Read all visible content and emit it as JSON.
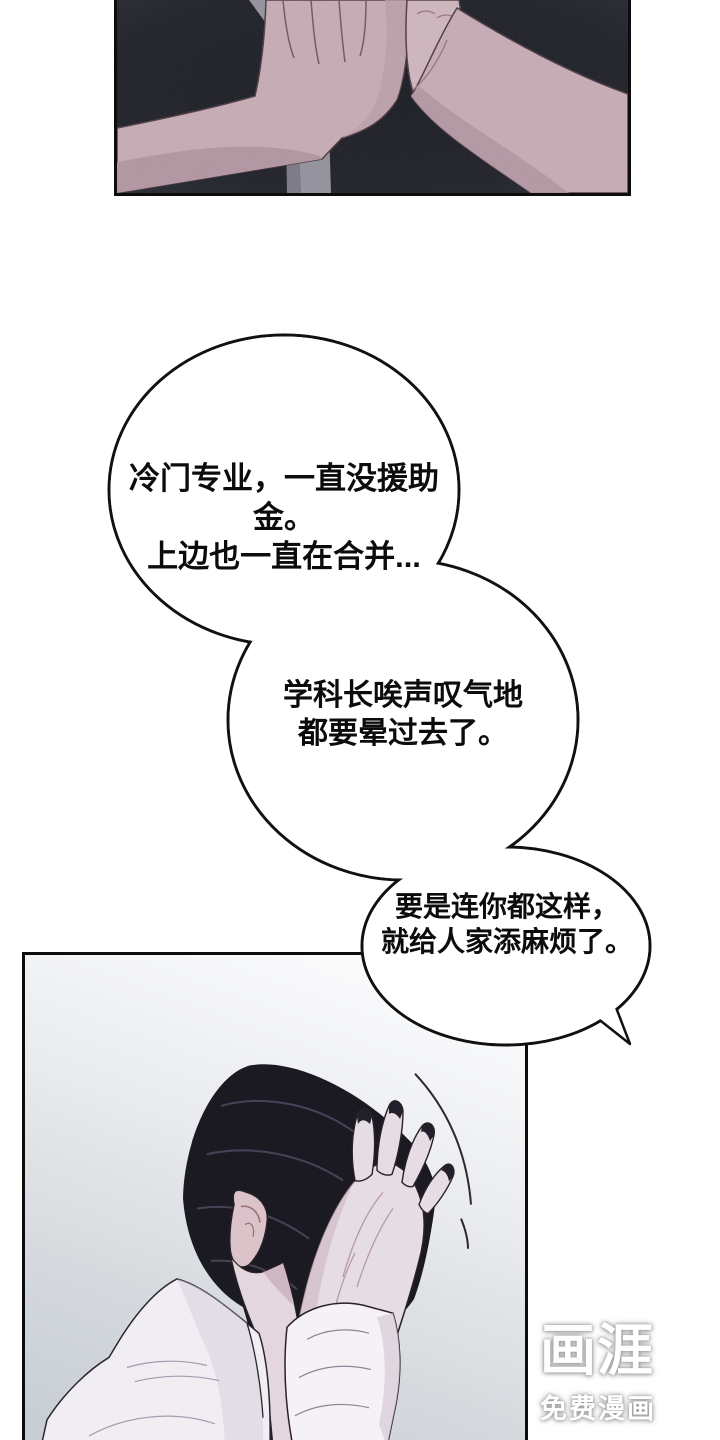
{
  "comic": {
    "bubbles": [
      {
        "lines": [
          "冷门专业，一直没援助金。",
          "上边也一直在合并..."
        ]
      },
      {
        "lines": [
          "学科长唉声叹气地",
          "都要晕过去了。"
        ]
      },
      {
        "lines": [
          "要是连你都这样，",
          "就给人家添麻烦了。"
        ]
      }
    ],
    "watermark": {
      "logo": "画涯",
      "tagline": "免费漫画"
    },
    "colors": {
      "panel_border": "#0d0d0d",
      "top_panel_background": "#14151c",
      "skin_tone": "#c2a7af",
      "skin_shadow": "#ad909b",
      "hair": "#1b1a22",
      "shirt": "#f1eef3",
      "bubble_outline": "#111111",
      "bubble_fill": "#ffffff",
      "bottom_panel_gradient_end": "#c5ccd3"
    }
  }
}
